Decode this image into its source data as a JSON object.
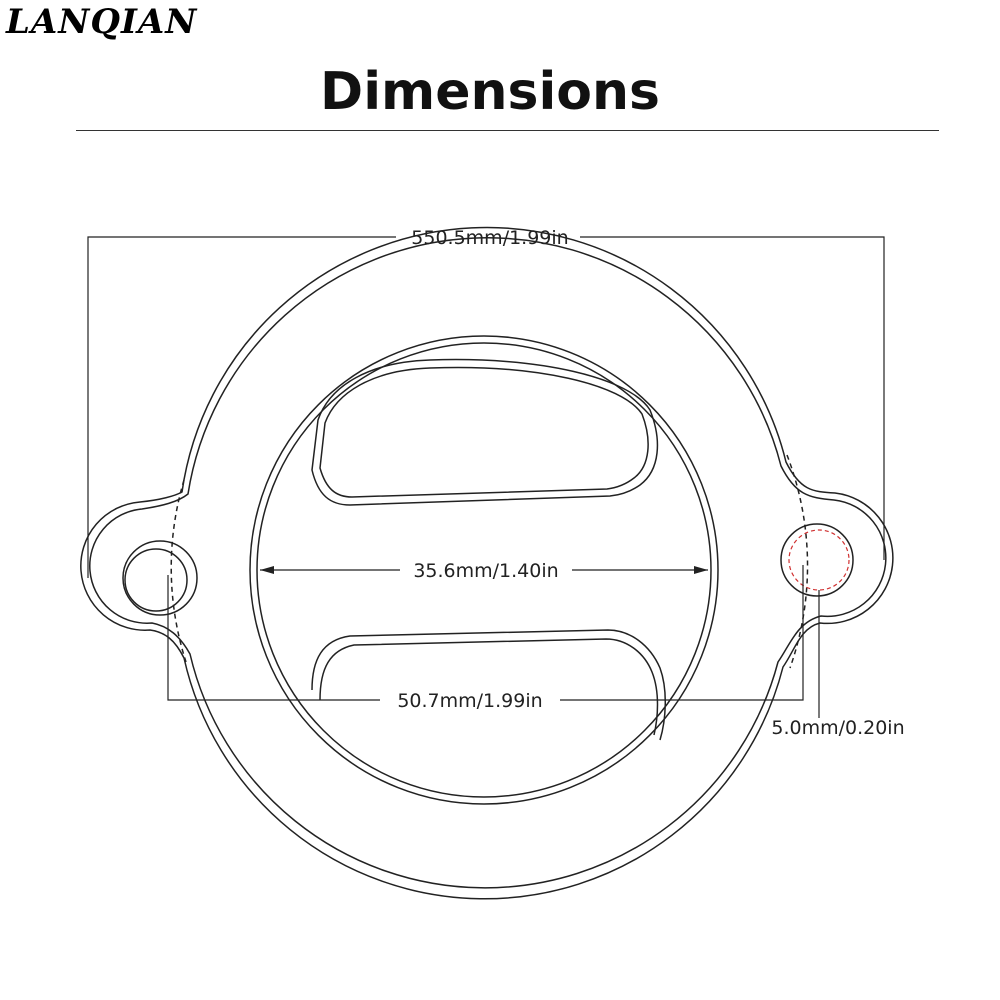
{
  "brand": "LANQIAN",
  "title": "Dimensions",
  "dimensions": {
    "overall_width": "550.5mm/1.99in",
    "inner_diameter": "35.6mm/1.40in",
    "hole_spacing": "50.7mm/1.99in",
    "hole_diameter": "5.0mm/0.20in"
  },
  "colors": {
    "line": "#222222",
    "hole_marker": "#d03030"
  }
}
